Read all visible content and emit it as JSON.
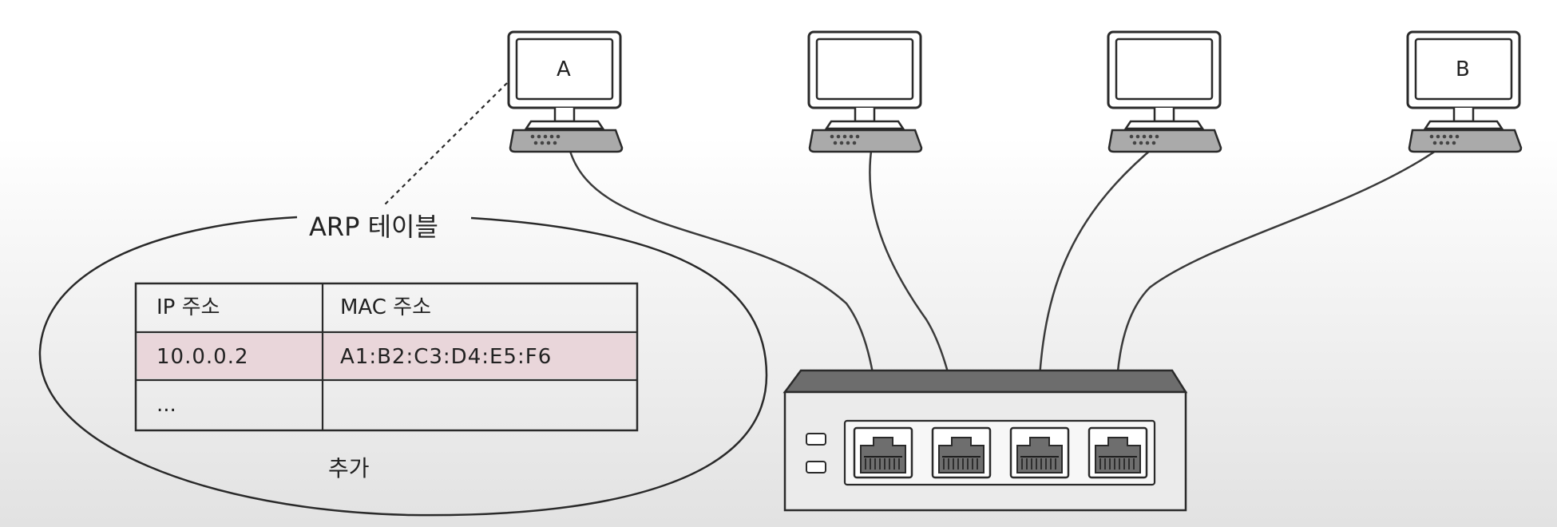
{
  "computers": [
    {
      "label": "A"
    },
    {
      "label": ""
    },
    {
      "label": ""
    },
    {
      "label": "B"
    }
  ],
  "arp_table": {
    "title": "ARP 테이블",
    "headers": [
      "IP 주소",
      "MAC 주소"
    ],
    "rows": [
      {
        "ip": "10.0.0.2",
        "mac": "A1:B2:C3:D4:E5:F6",
        "highlighted": true
      },
      {
        "ip": "...",
        "mac": "",
        "highlighted": false
      }
    ],
    "caption": "추가"
  },
  "switch": {
    "port_count": 4,
    "led_count": 2
  },
  "colors": {
    "highlight_row": "#e9d6da",
    "ink": "#2a2a2a",
    "switch_body": "#e8e8e8",
    "keyboard": "#a9a9a9"
  },
  "icons": [
    "computer-icon",
    "keyboard-icon",
    "network-switch-icon",
    "ethernet-port-icon"
  ]
}
